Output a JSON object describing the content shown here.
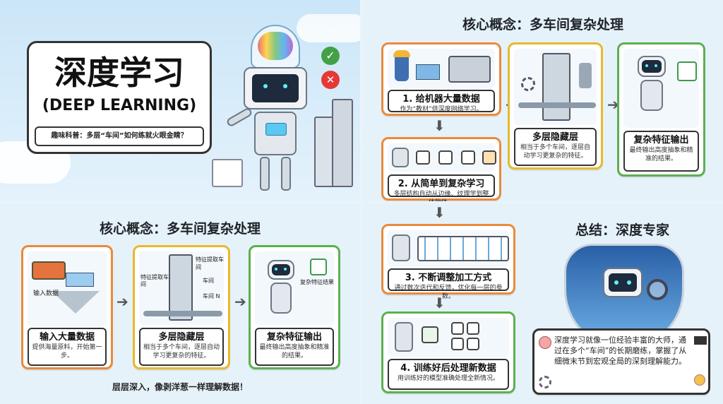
{
  "top_left": {
    "title_cn": "深度学习",
    "title_en": "(DEEP LEARNING)",
    "subtitle": "趣味科普：多层“车间”如何练就火眼金睛？"
  },
  "top_right": {
    "heading": "核心概念：多车间复杂处理",
    "step1": {
      "title": "1. 给机器大量数据",
      "desc": "作为“教材”供深度网络学习。"
    },
    "step2": {
      "title": "2. 从简单到复杂学习",
      "desc": "多层结构自动从边缘、纹理学到整体物体。"
    },
    "hidden": {
      "title": "多层隐藏层",
      "desc": "相当于多个车间，逐层自动学习更复杂的特征。"
    },
    "output": {
      "title": "复杂特征输出",
      "desc": "最终输出高度抽象和精准的结果。"
    }
  },
  "bottom_left": {
    "heading": "核心概念：多车间复杂处理",
    "input": {
      "art_label": "输入数据",
      "title": "输入大量数据",
      "desc": "提供海量原料，开始第一步。"
    },
    "hidden": {
      "label_a": "特征提取车间",
      "label_b": "特征提取车间",
      "label_c": "车间",
      "label_d": "车间 N",
      "title": "多层隐藏层",
      "desc": "相当于多个车间，逐层自动学习更复杂的特征。"
    },
    "output": {
      "art_label": "复杂特征结果",
      "title": "复杂特征输出",
      "desc": "最终输出高度抽象和精准的结果。"
    },
    "footer": "层层深入，像剥洋葱一样理解数据！"
  },
  "bottom_right": {
    "step3": {
      "title": "3. 不断调整加工方式",
      "desc": "通过数次迭代和反馈，优化每一层的参数。"
    },
    "step4": {
      "title": "4. 训练好后处理新数据",
      "desc": "用训练好的模型准确处理全新情况。"
    },
    "summary_heading": "总结：深度专家",
    "summary_text": "深度学习就像一位经验丰富的大师，通过在多个“车间”的长期磨练，掌握了从细微末节到宏观全局的深刻理解能力。"
  },
  "colors": {
    "orange": "#e98a3b",
    "yellow": "#e8b92a",
    "green": "#5bb04f",
    "check": "#43a047",
    "cross": "#e53935"
  }
}
